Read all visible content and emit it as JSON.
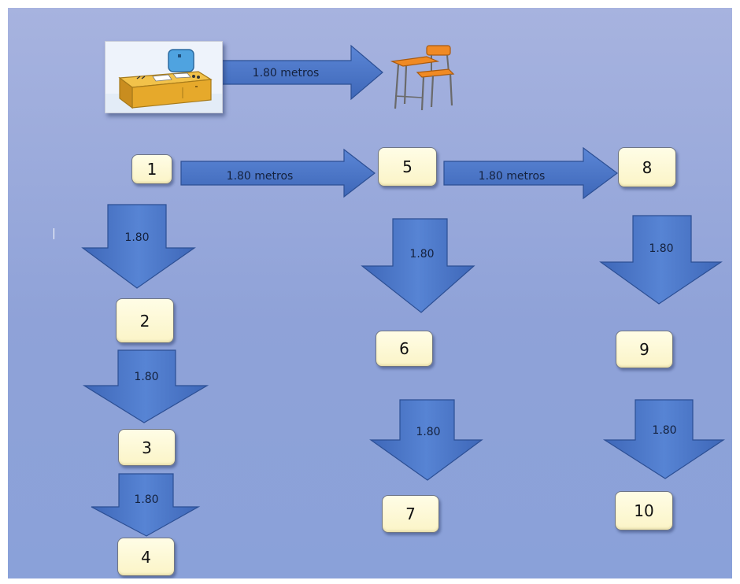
{
  "header_arrow_label": "1.80 metros",
  "arrow_labels": {
    "h1": "1.80 metros",
    "h2": "1.80 metros",
    "v_1_2": "1.80",
    "v_2_3": "1.80",
    "v_3_4": "1.80",
    "v_5_6": "1.80",
    "v_6_7": "1.80",
    "v_8_9": "1.80",
    "v_9_10": "1.80"
  },
  "boxes": {
    "b1": "1",
    "b2": "2",
    "b3": "3",
    "b4": "4",
    "b5": "5",
    "b6": "6",
    "b7": "7",
    "b8": "8",
    "b9": "9",
    "b10": "10"
  },
  "icons": {
    "teacher_desk": "teacher-desk-icon",
    "student_desk": "student-desk-icon"
  },
  "colors": {
    "background_top": "#a7b3df",
    "background_bottom": "#8aa1d9",
    "arrow_fill": "#4a77c9",
    "arrow_stroke": "#2c4f94",
    "box_fill": "#fbf4c7"
  }
}
